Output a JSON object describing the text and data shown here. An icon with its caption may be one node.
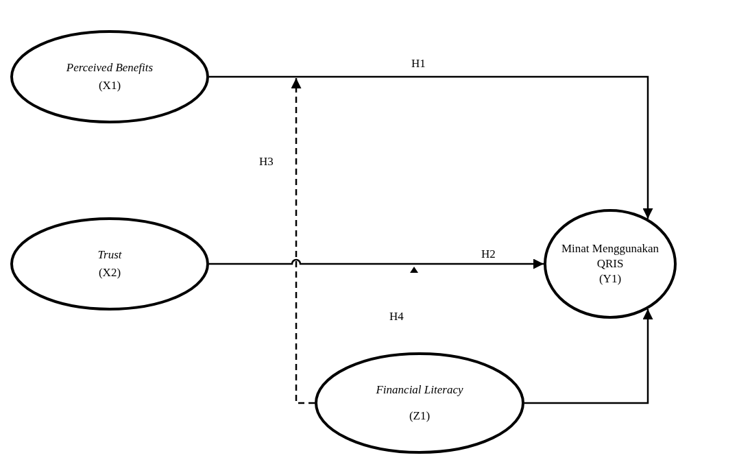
{
  "diagram": {
    "nodes": [
      {
        "text": [
          "Perceived Benefits",
          "(X1)"
        ]
      },
      {
        "text": [
          "Trust",
          "(X2)"
        ]
      },
      {
        "text": [
          "Minat Menggunakan QRIS",
          "(Y1)"
        ]
      },
      {
        "text": [
          "Financial Literacy",
          "(Z1)"
        ]
      }
    ],
    "edges": [
      {
        "from": 0,
        "to": 2,
        "arrow": "to",
        "label": "H1"
      },
      {
        "from": 1,
        "to": 2,
        "arrow": "to",
        "label": "H2"
      },
      {
        "from": 3,
        "to": 2,
        "arrow": "to"
      },
      {
        "from": 3,
        "to": null,
        "arrow": "to",
        "label": "H3",
        "style": "dashed"
      }
    ],
    "labels": [
      "H4"
    ]
  }
}
